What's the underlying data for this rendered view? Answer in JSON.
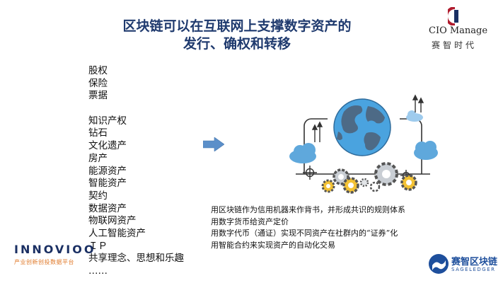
{
  "slide": {
    "title_line1": "区块链可以在互联网上支撑数字资产的",
    "title_line2": "发行、确权和转移"
  },
  "brand": {
    "english": "CIO Manage",
    "chinese": "赛智时代"
  },
  "assets": [
    "股权",
    "保险",
    "票据",
    "",
    "知识产权",
    "钻石",
    "文化遗产",
    "房产",
    "能源资产",
    "智能资产",
    "契约",
    "数据资产",
    "物联网资产",
    "人工智能资产",
    "ＩＰ",
    "共享理念、思想和乐趣",
    "……"
  ],
  "notes": [
    "用区块链作为信用机器来作背书，并形成共识的规则体系",
    "用数字货币给资产定价",
    "用数字代币（通证）实现不同资产在社群内的“证券”化",
    "用智能合约来实现资产的自动化交易"
  ],
  "footer": {
    "innovio_word": "INNOVIOO",
    "innovio_sub": "产业创新创投数据平台",
    "sage_cn": "赛智区块链",
    "sage_en": "SAGELEDGER"
  },
  "colors": {
    "title": "#1f3a6e",
    "arrow": "#5b8fc9",
    "globe_land": "#4d6a86",
    "globe_sea": "#4aa3df",
    "cloud": "#5fa8dc",
    "gear_yellow": "#f3c234"
  }
}
